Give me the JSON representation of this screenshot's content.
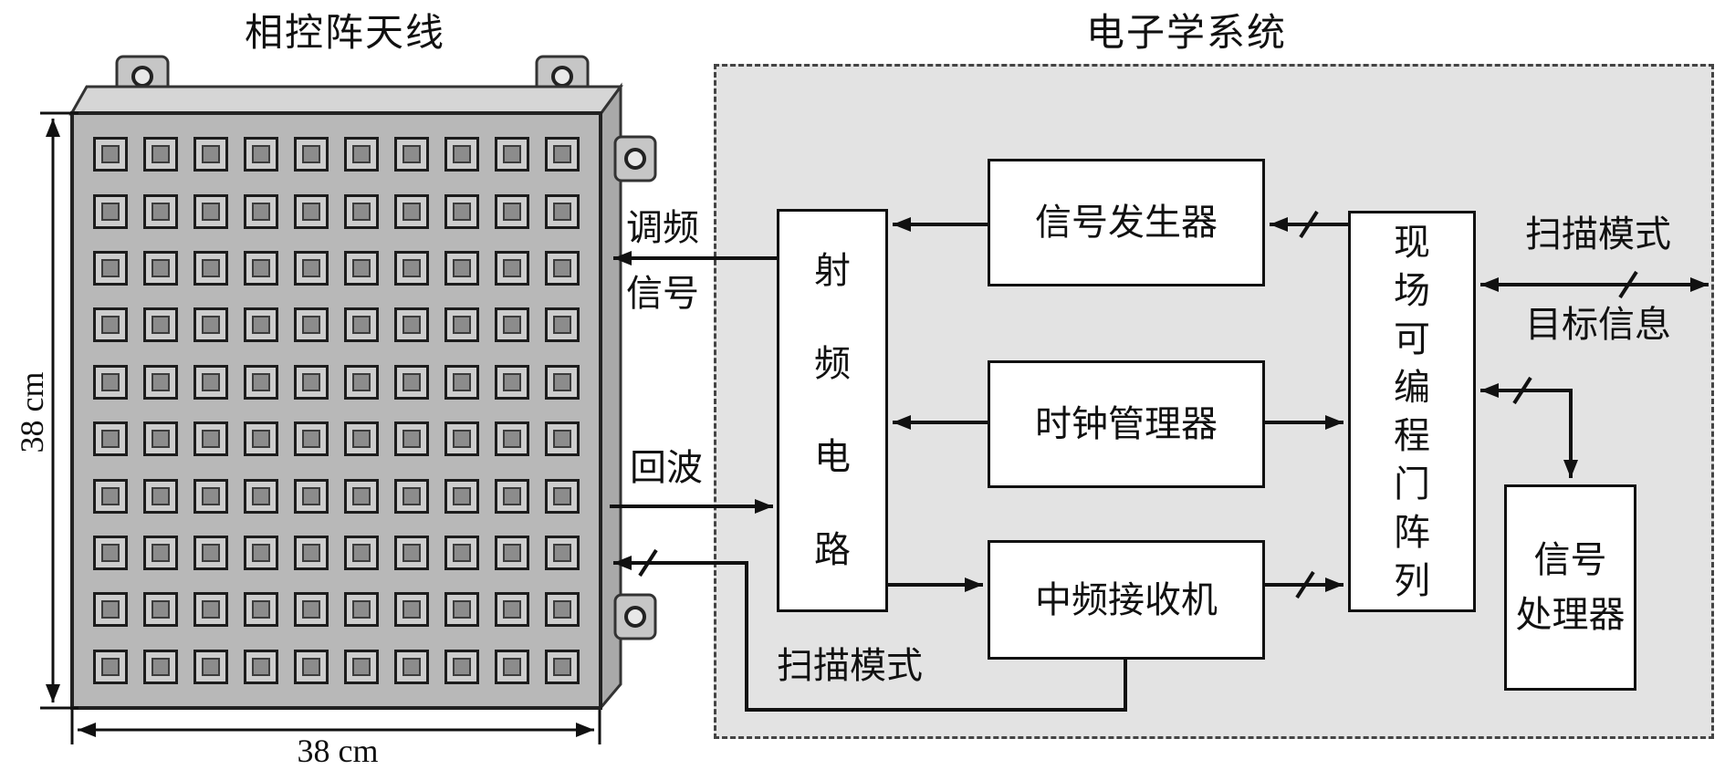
{
  "titles": {
    "antenna": "相控阵天线",
    "electronics": "电子学系统"
  },
  "antenna": {
    "rows": 10,
    "cols": 10,
    "height_label": "38 cm",
    "width_label": "38 cm"
  },
  "boxes": {
    "rf_circuit": "射\n频\n电\n路",
    "signal_generator": "信号发生器",
    "clock_manager": "时钟管理器",
    "if_receiver": "中频接收机",
    "fpga": "现\n场\n可\n编\n程\n门\n阵\n列",
    "signal_processor": "信号\n处理器"
  },
  "labels": {
    "fm_signal": "调频\n信号",
    "echo": "回波",
    "scan_mode_antenna": "扫描模式",
    "scan_mode_external": "扫描模式",
    "target_info": "目标信息"
  },
  "colors": {
    "line": "#111111",
    "electronics_fill": "#e3e3e3",
    "panel_face_fill": "#b8b8b8",
    "element_outer_fill": "#cdcdcd",
    "element_inner_fill": "#8c8c8c",
    "box_fill": "#ffffff"
  }
}
